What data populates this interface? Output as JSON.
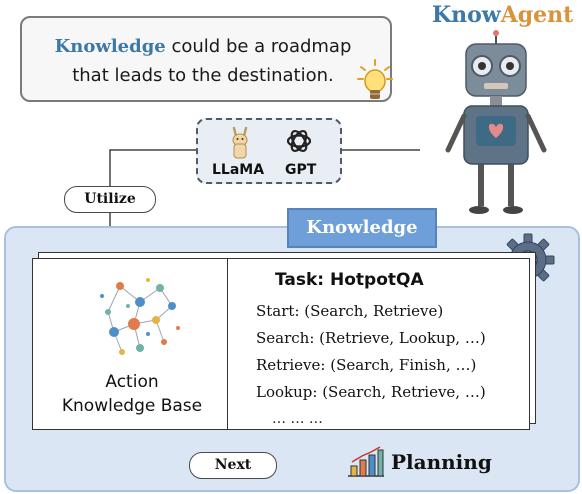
{
  "brand": {
    "part1": "Know",
    "part2": "Agent"
  },
  "bubble": {
    "keyword": "Knowledge",
    "text_line1": " could be a roadmap",
    "text_line2": "that leads to  the destination."
  },
  "models": [
    {
      "label": "LLaMA",
      "icon": "llama-icon"
    },
    {
      "label": "GPT",
      "icon": "openai-logo-icon"
    }
  ],
  "utilize_label": "Utilize",
  "knowledge_badge": "Knowledge",
  "knowledge_base": {
    "line1": "Action",
    "line2": "Knowledge Base",
    "icon": "network-brain-icon"
  },
  "task": {
    "title": "Task:  HotpotQA",
    "rules": [
      "Start: (Search, Retrieve)",
      "Search: (Retrieve, Lookup, …)",
      "Retrieve: (Search, Finish, …)",
      "Lookup: (Search, Retrieve, …)"
    ],
    "ellipsis": "… … …"
  },
  "next_label": "Next",
  "planning_label": "Planning",
  "colors": {
    "accent_blue": "#3c78a8",
    "accent_orange": "#d9933a",
    "panel_bg": "#dbe6f4",
    "badge_bg": "#6f9fd8"
  }
}
